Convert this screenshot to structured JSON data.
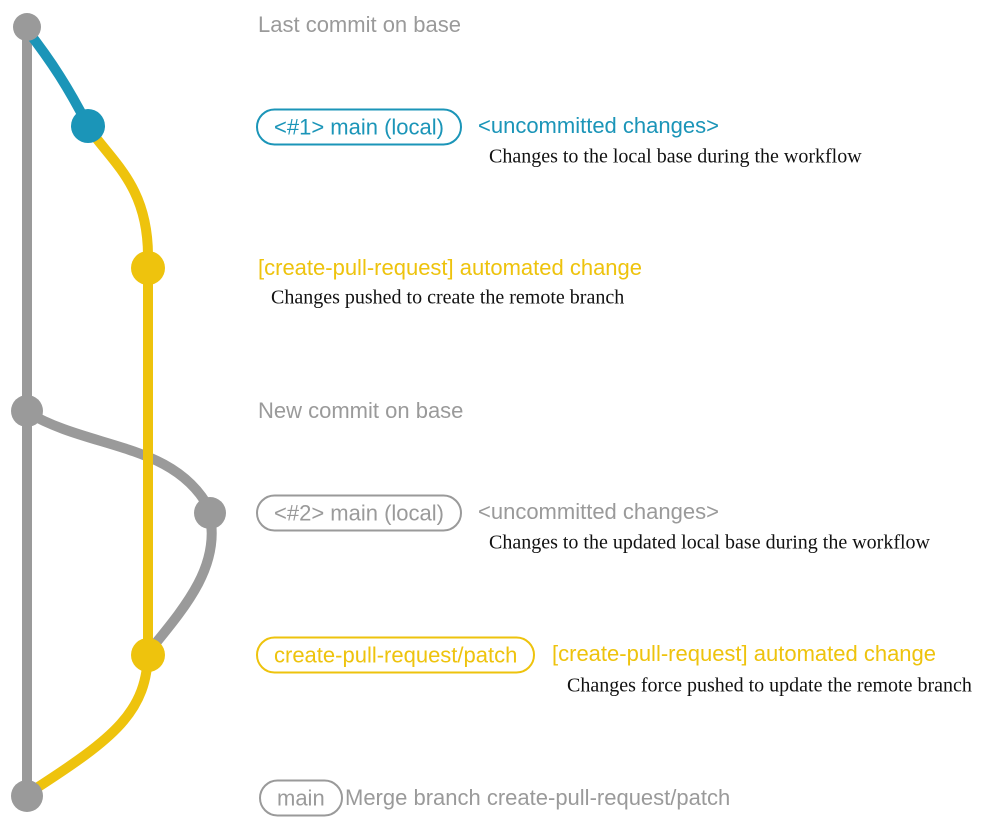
{
  "colors": {
    "gray": "#9A9A9A",
    "blue": "#1B95B8",
    "yellow": "#EEC30D",
    "text_black": "#111111",
    "bg": "#FFFFFF"
  },
  "rows": [
    {
      "text": "Last commit on base"
    },
    {
      "badge": "<#1> main (local)",
      "title": "<uncommitted changes>",
      "desc": "Changes to the local base during the workflow"
    },
    {
      "title": "[create-pull-request] automated change",
      "desc": "Changes pushed to create the remote branch"
    },
    {
      "text": "New commit on base"
    },
    {
      "badge": "<#2> main (local)",
      "title": "<uncommitted changes>",
      "desc": "Changes to the updated local base during the workflow"
    },
    {
      "badge": "create-pull-request/patch",
      "title": "[create-pull-request] automated change",
      "desc": "Changes force pushed to update the remote branch"
    },
    {
      "badge": "main",
      "text": "Merge branch create-pull-request/patch"
    }
  ]
}
